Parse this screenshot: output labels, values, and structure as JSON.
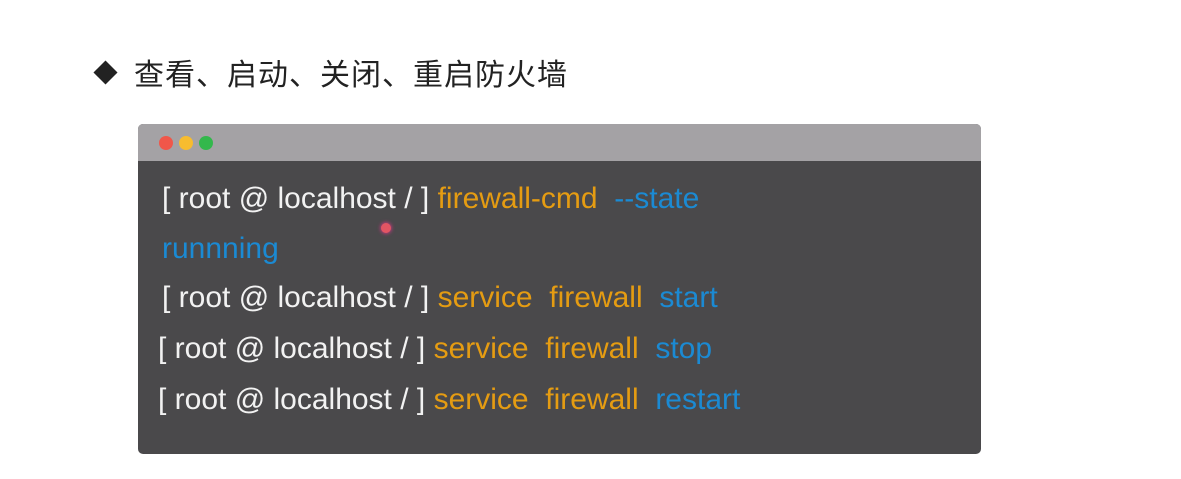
{
  "heading": "查看、启动、关闭、重启防火墙",
  "colors": {
    "prompt": "#f2f2f2",
    "command": "#e59c12",
    "argument": "#1b8ad3",
    "close": "#f0574a",
    "minimize": "#f7bc2f",
    "maximize": "#33b84c"
  },
  "lines": [
    {
      "prompt": "[ root @ localhost / ]",
      "command": "firewall-cmd",
      "arg": "--state"
    },
    {
      "output": "runnning"
    },
    {
      "prompt": "[ root @ localhost / ]",
      "command": "service  firewall",
      "arg": "start"
    },
    {
      "prompt": "[ root @ localhost / ]",
      "command": "service  firewall",
      "arg": "stop"
    },
    {
      "prompt": "[ root @ localhost / ]",
      "command": "service  firewall",
      "arg": "restart"
    }
  ]
}
